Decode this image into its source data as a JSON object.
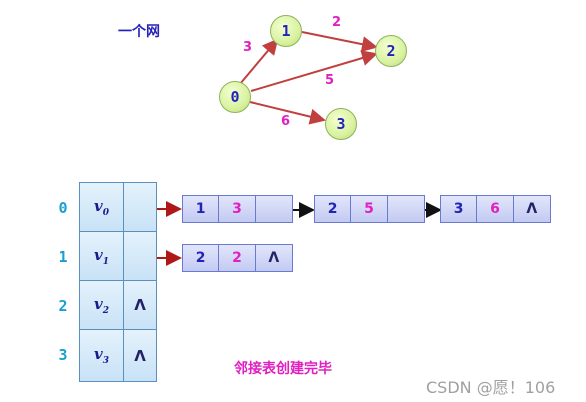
{
  "title": "一个网",
  "graph": {
    "nodes": [
      {
        "label": "0"
      },
      {
        "label": "1"
      },
      {
        "label": "2"
      },
      {
        "label": "3"
      }
    ],
    "weights": [
      "3",
      "2",
      "5",
      "6"
    ]
  },
  "adjacency": {
    "indices": [
      "0",
      "1",
      "2",
      "3"
    ],
    "vertices": [
      {
        "name": "v",
        "sub": "0"
      },
      {
        "name": "v",
        "sub": "1"
      },
      {
        "name": "v",
        "sub": "2"
      },
      {
        "name": "v",
        "sub": "3"
      }
    ],
    "null_symbol": "Λ",
    "edges_v0": [
      {
        "adj": "1",
        "w": "3"
      },
      {
        "adj": "2",
        "w": "5"
      },
      {
        "adj": "3",
        "w": "6"
      }
    ],
    "edges_v1": [
      {
        "adj": "2",
        "w": "2"
      }
    ]
  },
  "caption": "邻接表创建完毕",
  "watermark": "CSDN @愿！106"
}
